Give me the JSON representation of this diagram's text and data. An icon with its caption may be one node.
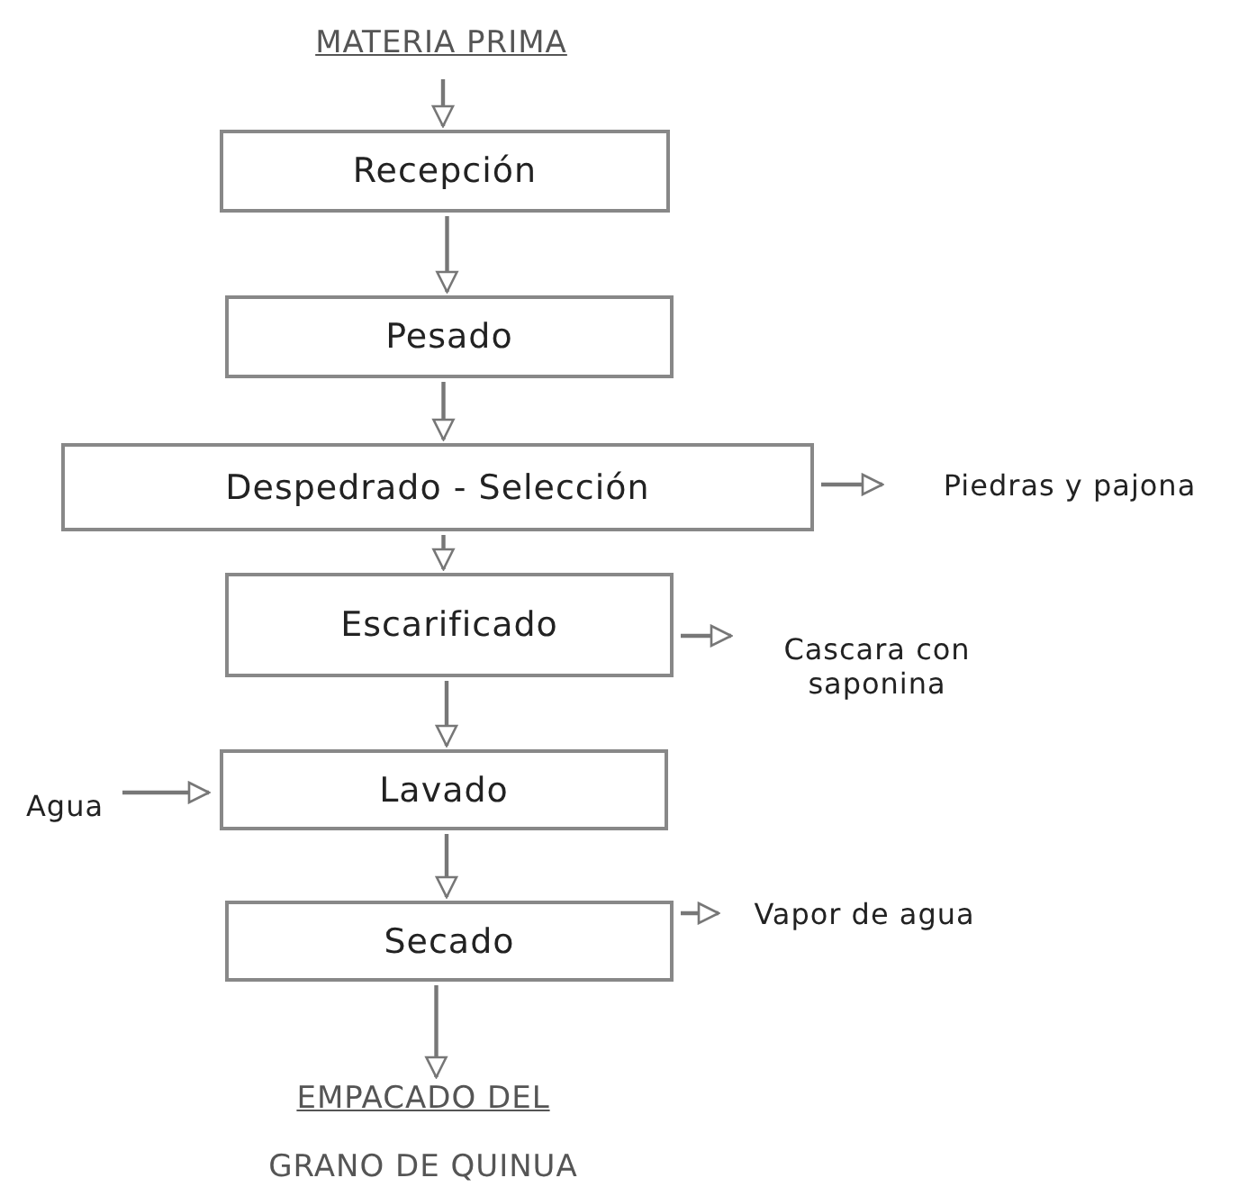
{
  "diagram": {
    "nodes": [
      {
        "text": [
          "MATERIA PRIMA"
        ]
      },
      {
        "text": [
          "Recepción"
        ]
      },
      {
        "text": [
          "Pesado"
        ]
      },
      {
        "text": [
          "Despedrado - Selección"
        ]
      },
      {
        "text": [
          "Piedras y pajona"
        ]
      },
      {
        "text": [
          "Escarificado"
        ]
      },
      {
        "text": [
          "Cascara con saponina"
        ]
      },
      {
        "text": [
          "Agua"
        ]
      },
      {
        "text": [
          "Lavado"
        ]
      },
      {
        "text": [
          "Secado"
        ]
      },
      {
        "text": [
          "Vapor de agua"
        ]
      },
      {
        "text": [
          "EMPACADO DEL",
          "GRANO DE QUINUA"
        ]
      }
    ],
    "edges": [
      {
        "from": 0,
        "to": 1,
        "arrow": "to"
      },
      {
        "from": 1,
        "to": 2,
        "arrow": "to"
      },
      {
        "from": 2,
        "to": 3,
        "arrow": "to"
      },
      {
        "from": 3,
        "to": 4,
        "arrow": "to"
      },
      {
        "from": 3,
        "to": 5,
        "arrow": "to"
      },
      {
        "from": 5,
        "to": 6,
        "arrow": "to"
      },
      {
        "from": 5,
        "to": 8,
        "arrow": "to"
      },
      {
        "from": 7,
        "to": 8,
        "arrow": "to"
      },
      {
        "from": 8,
        "to": 9,
        "arrow": "to"
      },
      {
        "from": 9,
        "to": 10,
        "arrow": "to"
      },
      {
        "from": 9,
        "to": 11,
        "arrow": "to"
      }
    ]
  }
}
